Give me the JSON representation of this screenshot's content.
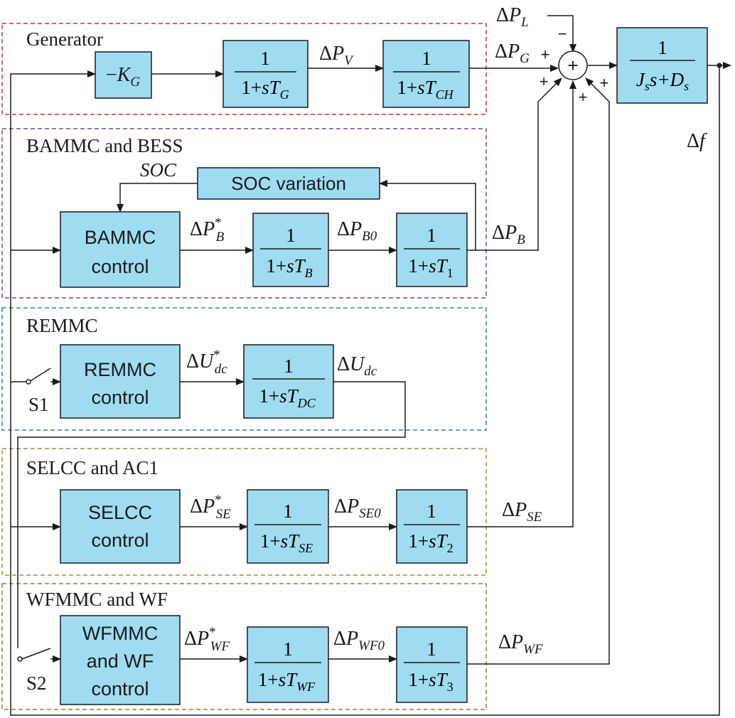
{
  "colors": {
    "block_fill": "#9fdcf2",
    "generator_border": "#b53a3a",
    "bammc_border": "#7a45a8",
    "remmc_border": "#3a7fb5",
    "selcc_border": "#a58a4a",
    "wfmmc_border": "#7e8a3a"
  },
  "sections": {
    "generator": "Generator",
    "bammc": "BAMMC and BESS",
    "remmc": "REMMC",
    "selcc": "SELCC and AC1",
    "wfmmc": "WFMMC and WF"
  },
  "blocks": {
    "gain": {
      "sign": "−",
      "k": "K",
      "sub": "G"
    },
    "tf_g": {
      "num": "1",
      "pre": "1+",
      "var": "sT",
      "sub": "G"
    },
    "tf_ch": {
      "num": "1",
      "pre": "1+",
      "var": "sT",
      "sub": "CH"
    },
    "tf_b": {
      "num": "1",
      "pre": "1+",
      "var": "sT",
      "sub": "B"
    },
    "tf_1": {
      "num": "1",
      "pre": "1+",
      "var": "sT",
      "sub": "1"
    },
    "tf_dc": {
      "num": "1",
      "pre": "1+",
      "var": "sT",
      "sub": "DC"
    },
    "tf_se": {
      "num": "1",
      "pre": "1+",
      "var": "sT",
      "sub": "SE"
    },
    "tf_2": {
      "num": "1",
      "pre": "1+",
      "var": "sT",
      "sub": "2"
    },
    "tf_wf": {
      "num": "1",
      "pre": "1+",
      "var": "sT",
      "sub": "WF"
    },
    "tf_3": {
      "num": "1",
      "pre": "1+",
      "var": "sT",
      "sub": "3"
    },
    "system": {
      "num": "1",
      "j": "J",
      "js": "s",
      "s": "s+",
      "d": "D",
      "ds": "s"
    },
    "soc_variation": "SOC variation",
    "bammc_control": [
      "BAMMC",
      "control"
    ],
    "remmc_control": [
      "REMMC",
      "control"
    ],
    "selcc_control": [
      "SELCC",
      "control"
    ],
    "wfmmc_control": [
      "WFMMC",
      "and WF",
      "control"
    ]
  },
  "signals": {
    "delta": "Δ",
    "pl": {
      "v": "P",
      "sub": "L"
    },
    "pg": {
      "v": "P",
      "sub": "G"
    },
    "pv": {
      "v": "P",
      "sub": "V"
    },
    "pb_ref": {
      "v": "P",
      "sub": "B",
      "sup": "*"
    },
    "pb0": {
      "v": "P",
      "sub": "B0"
    },
    "pb": {
      "v": "P",
      "sub": "B"
    },
    "udc_ref": {
      "v": "U",
      "sub": "dc",
      "sup": "*"
    },
    "udc": {
      "v": "U",
      "sub": "dc"
    },
    "pse_ref": {
      "v": "P",
      "sub": "SE",
      "sup": "*"
    },
    "pse0": {
      "v": "P",
      "sub": "SE0"
    },
    "pse": {
      "v": "P",
      "sub": "SE"
    },
    "pwf_ref": {
      "v": "P",
      "sub": "WF",
      "sup": "*"
    },
    "pwf0": {
      "v": "P",
      "sub": "WF0"
    },
    "pwf": {
      "v": "P",
      "sub": "WF"
    },
    "df": "f",
    "soc": "SOC"
  },
  "sum_node": {
    "symbol": "+",
    "minus": "−",
    "plus": "+"
  },
  "switches": {
    "s1": "S1",
    "s2": "S2"
  }
}
